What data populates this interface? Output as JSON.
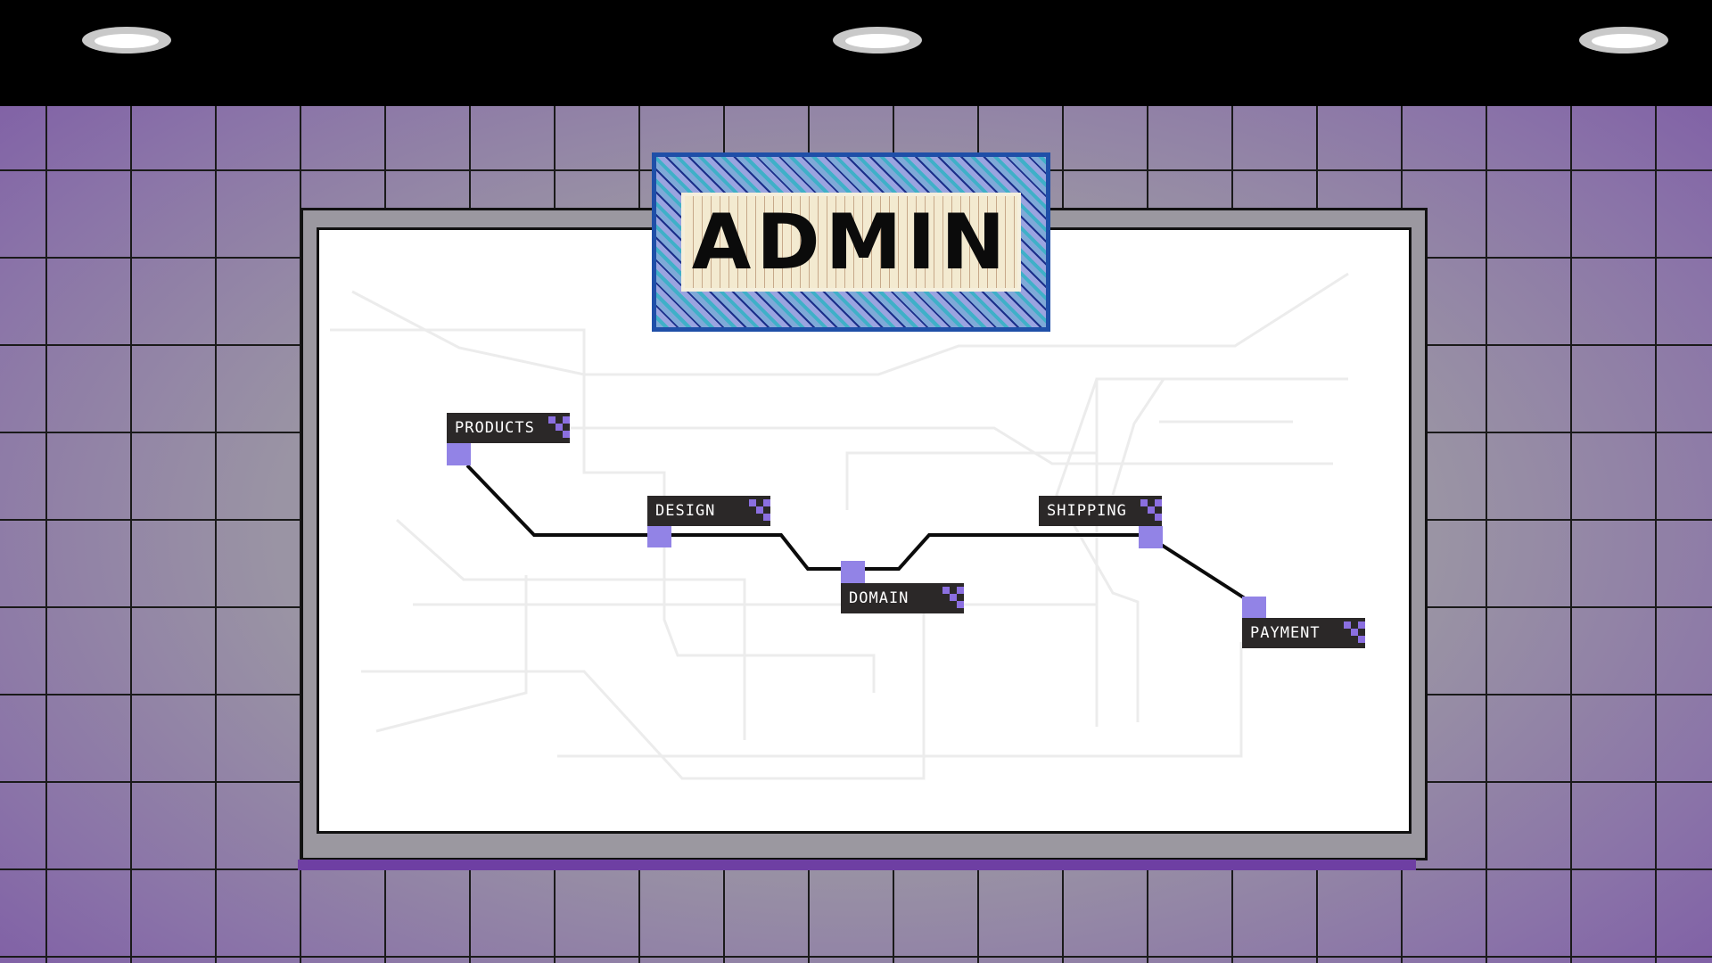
{
  "sign": {
    "text": "ADMIN"
  },
  "route": {
    "stations": [
      {
        "label": "PRODUCTS"
      },
      {
        "label": "DESIGN"
      },
      {
        "label": "DOMAIN"
      },
      {
        "label": "SHIPPING"
      },
      {
        "label": "PAYMENT"
      }
    ]
  },
  "colors": {
    "accent": "#9283e6",
    "label_bg": "#2b2828",
    "sign_border": "#1f4fa8"
  }
}
